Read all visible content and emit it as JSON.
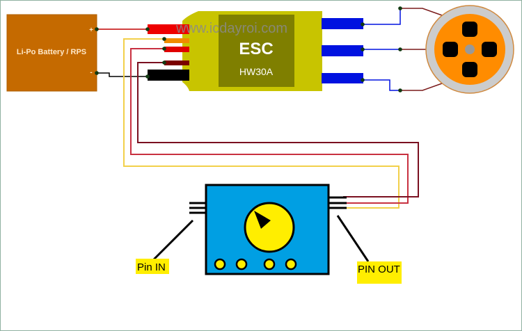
{
  "watermark": "www.icdayroi.com",
  "battery": {
    "label": "Li-Po Battery / RPS",
    "plus": "+",
    "minus": "-",
    "color": "#c56a00"
  },
  "esc": {
    "title": "ESC",
    "model": "HW30A",
    "body_color": "#c8c400",
    "panel_color": "#7f7f00"
  },
  "motor": {
    "outer_color": "#cccccc",
    "inner_color": "#ff8c00"
  },
  "tester": {
    "body_color": "#009fe3",
    "knob_color": "#ffee00",
    "pin_in_label": "Pin IN",
    "pin_out_label": "PIN OUT",
    "label_bg": "#ffee00"
  },
  "wire_colors": {
    "red": "#e00000",
    "dark_red": "#8a1414",
    "black": "#000000",
    "orange": "#f08c00",
    "yellow": "#f2d04a",
    "blue": "#0012e0",
    "node": "#123a12"
  }
}
